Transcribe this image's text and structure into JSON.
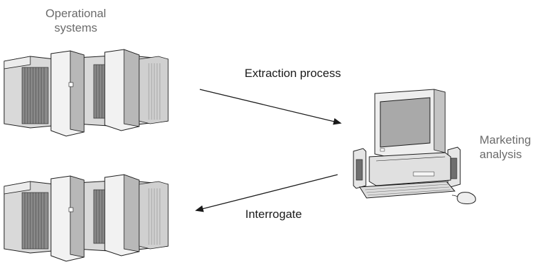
{
  "diagram": {
    "nodes": {
      "operational_systems": {
        "label_lines": [
          "Operational",
          "systems"
        ],
        "icon": "mainframe-server-icon"
      },
      "marketing_analysis": {
        "label_lines": [
          "Marketing",
          "analysis"
        ],
        "icon": "desktop-computer-icon"
      }
    },
    "edges": {
      "extraction": {
        "label_lines": [
          "Extraction",
          "process"
        ],
        "from": "operational_systems",
        "to": "marketing_analysis"
      },
      "interrogate": {
        "label_lines": [
          "Interrogate"
        ],
        "from": "marketing_analysis",
        "to": "operational_systems"
      }
    }
  },
  "colors": {
    "line": "#1a1a1a",
    "shade_dark": "#6f6f6f",
    "shade_mid": "#a9a9a9",
    "shade_light": "#d9d9d9",
    "shade_face": "#c4c4c4"
  }
}
